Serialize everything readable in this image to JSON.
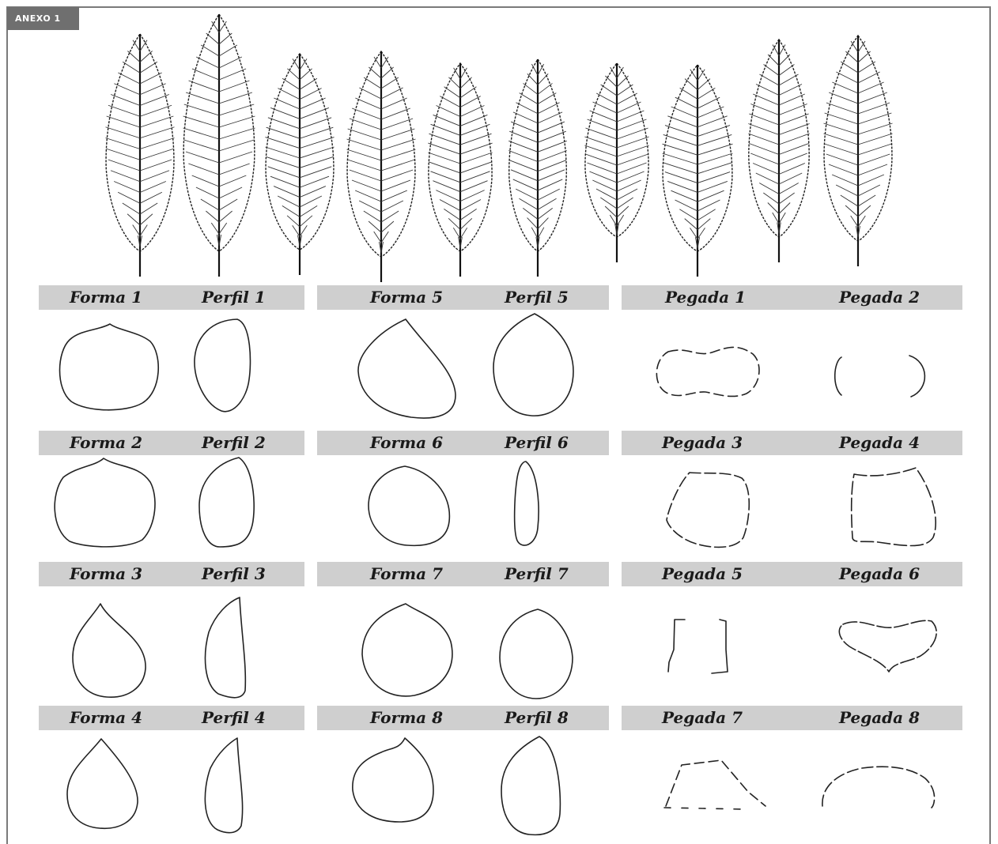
{
  "badge": "ANEXO 1",
  "leaves": {
    "count": 10
  },
  "rows": [
    {
      "labels": [
        "Forma 1",
        "Perfil 1",
        "Forma 5",
        "Perfil 5",
        "Pegada 1",
        "Pegada  2"
      ]
    },
    {
      "labels": [
        "Forma 2",
        "Perfil 2",
        "Forma 6",
        "Perfil 6",
        "Pegada  3",
        "Pegada  4"
      ]
    },
    {
      "labels": [
        "Forma 3",
        "Perfil 3",
        "Forma 7",
        "Perfil 7",
        "Pegada  5",
        "Pegada  6"
      ]
    },
    {
      "labels": [
        "Forma 4",
        "Perfil 4",
        "Forma 8",
        "Perfil 8",
        "Pegada  7",
        "Pegada  8"
      ]
    }
  ]
}
